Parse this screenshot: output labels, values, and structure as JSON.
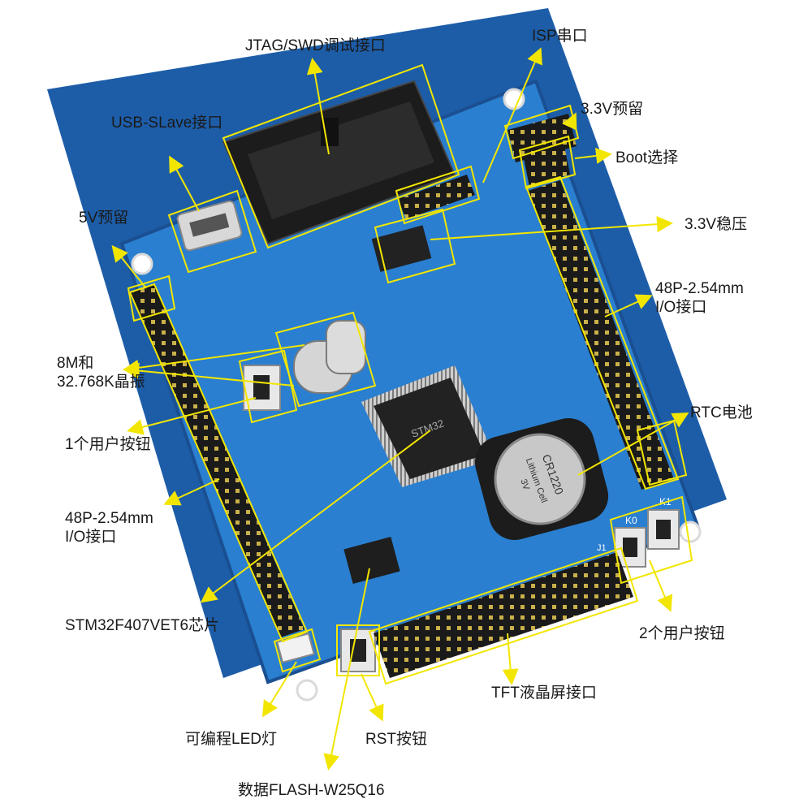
{
  "photo": {
    "subject": "STM32F407VET6 development board annotated product photo",
    "colors": {
      "board": "#2a7fd0",
      "board_dark": "#1d5da8",
      "annotation": "#f2e600",
      "header": "#1a1a1a",
      "label_text": "#1a1a1a"
    }
  },
  "labels": {
    "jtag": "JTAG/SWD调试接口",
    "isp": "ISP串口",
    "usb": "USB-SLave接口",
    "v33_reserve": "3.3V预留",
    "boot": "Boot选择",
    "v5_reserve": "5V预留",
    "v33_reg": "3.3V稳压",
    "io_right_1": "48P-2.54mm",
    "io_right_2": "I/O接口",
    "crystal_1": "8M和",
    "crystal_2": "32.768K晶振",
    "rtc": "RTC电池",
    "user_btn1": "1个用户按钮",
    "io_left_1": "48P-2.54mm",
    "io_left_2": "I/O接口",
    "mcu": "STM32F407VET6芯片",
    "user_btn2": "2个用户按钮",
    "tft": "TFT液晶屏接口",
    "led": "可编程LED灯",
    "rst": "RST按钮",
    "flash": "数据FLASH-W25Q16"
  },
  "silk": {
    "chip": "STM32",
    "battery_1": "CR1220",
    "battery_2": "Lithium Cell",
    "battery_3": "3V",
    "k0": "K0",
    "k1": "K1",
    "j1": "J1"
  }
}
